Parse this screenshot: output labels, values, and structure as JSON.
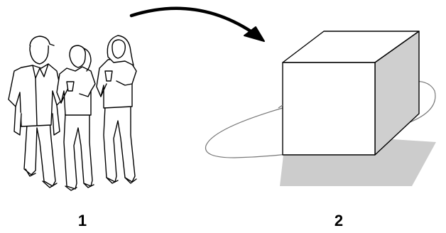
{
  "panels": [
    {
      "label": "1",
      "depicts": "group-of-three-people"
    },
    {
      "label": "2",
      "depicts": "cube-with-orbit-ring"
    }
  ],
  "icons": {
    "people": "people-group-icon",
    "transition": "curved-arrow-icon",
    "object": "cube-icon"
  },
  "colors": {
    "line": "#000000",
    "shadow": "#cccccc",
    "cube_side": "#cfcfcf",
    "orbit": "#777777",
    "background": "#ffffff"
  }
}
